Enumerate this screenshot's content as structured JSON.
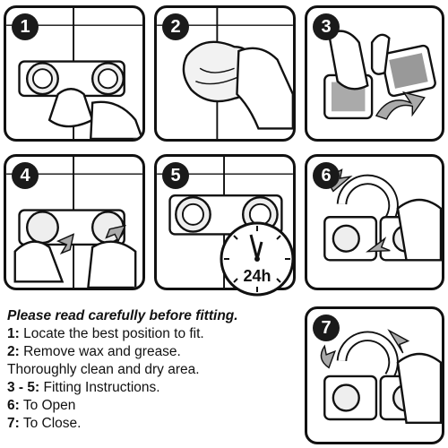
{
  "steps": [
    "1",
    "2",
    "3",
    "4",
    "5",
    "6",
    "7"
  ],
  "clock_label": "24h",
  "instructions": {
    "heading": "Please read carefully before fitting.",
    "lines": [
      {
        "num": "1:",
        "text": " Locate the best position to fit."
      },
      {
        "num": "2:",
        "text": " Remove wax and grease."
      },
      {
        "num": "",
        "text": "Thoroughly clean and dry area."
      },
      {
        "num": "3 - 5:",
        "text": " Fitting Instructions."
      },
      {
        "num": "6:",
        "text": " To Open"
      },
      {
        "num": "7:",
        "text": " To Close."
      }
    ]
  }
}
